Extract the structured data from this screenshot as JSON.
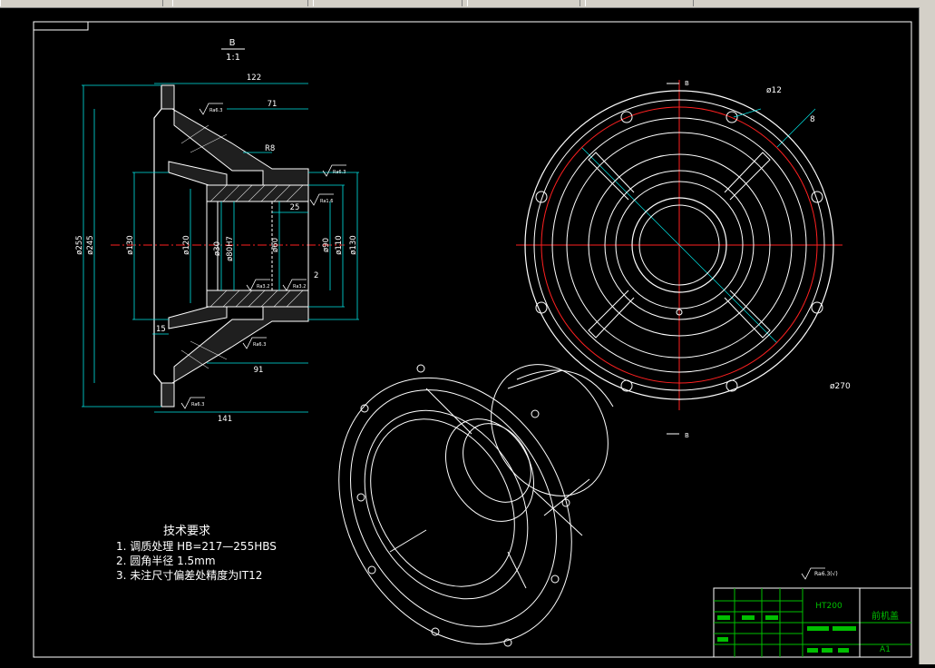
{
  "section_label": {
    "name": "B",
    "scale": "1:1"
  },
  "dimensions": {
    "d122": "122",
    "d71": "71",
    "d25": "25",
    "d91": "91",
    "d141": "141",
    "d15": "15",
    "r8": "R8",
    "d2": "2",
    "phi255": "ø255",
    "phi245": "ø245",
    "phi130a": "ø130",
    "phi120": "ø120",
    "phi80h7": "ø80H7",
    "phi30": "ø30",
    "phi90": "ø90",
    "phi60": "ø60",
    "phi110": "ø110",
    "phi130b": "ø130",
    "phi12": "ø12",
    "phi270": "ø270",
    "eight": "8"
  },
  "roughness": {
    "r1": "Ra6.3",
    "r2": "Ra3.2",
    "r3": "Ra1.6"
  },
  "tech_notes": {
    "title": "技术要求",
    "items": [
      "1. 调质处理 HB=217—255HBS",
      "2. 圆角半径  1.5mm",
      "3. 未注尺寸偏差处精度为IT12"
    ]
  },
  "title_block": {
    "material": "HT200",
    "part_name": "前机盖",
    "sheet_size": "A1",
    "roughness_note": "Ra6.3(√)"
  },
  "colors": {
    "frame": "#ffffff",
    "dim": "#00e5e5",
    "center": "#ff2020",
    "part": "#ffffff",
    "tb_green": "#00c000"
  }
}
